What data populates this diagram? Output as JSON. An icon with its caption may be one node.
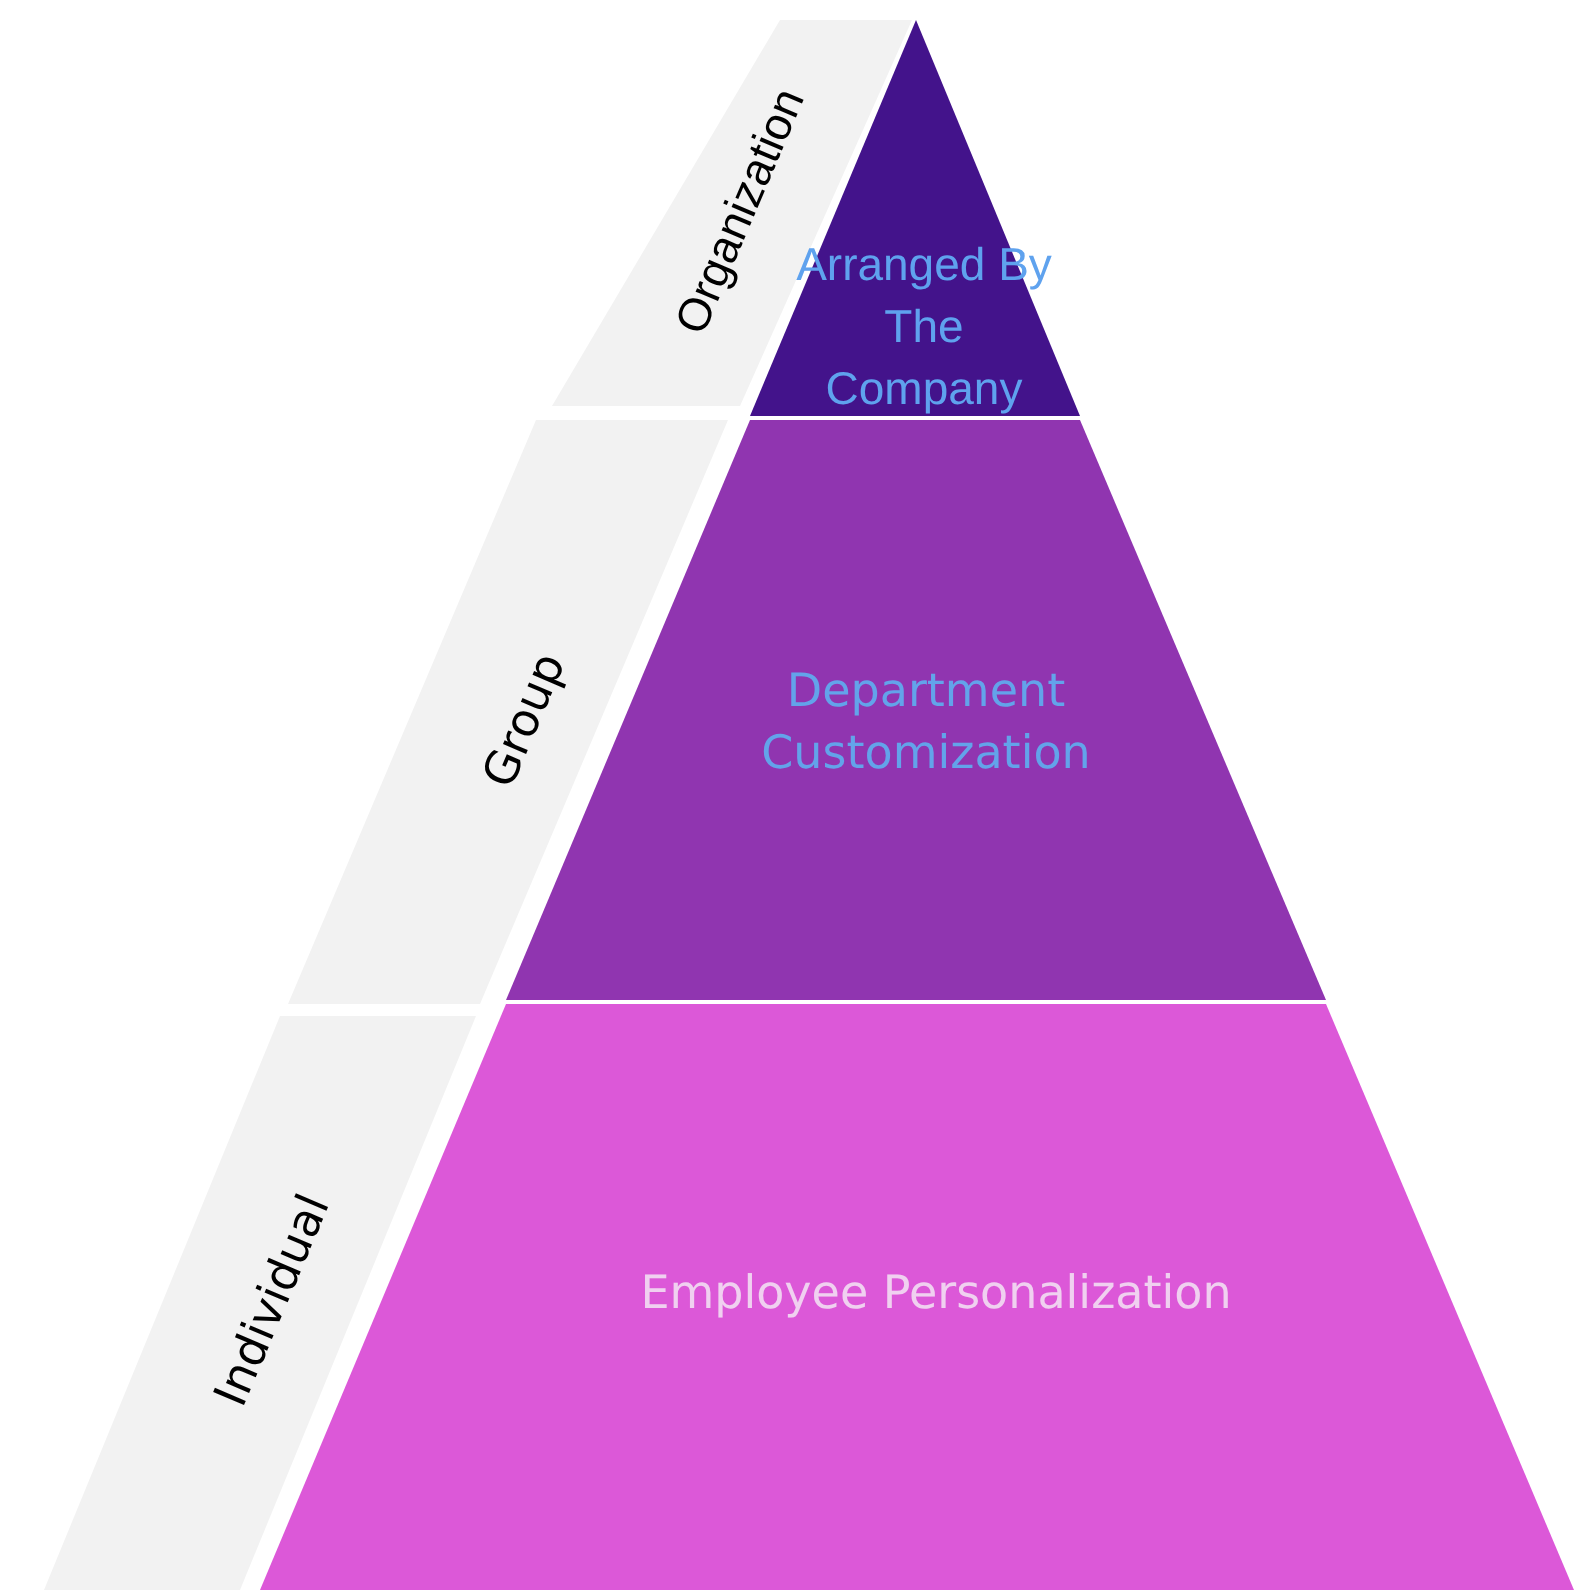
{
  "diagram": {
    "nodes": [
      {
        "text": [
          "Organization"
        ]
      },
      {
        "text": [
          "Arranged By The Company"
        ]
      },
      {
        "text": [
          "Group"
        ]
      },
      {
        "text": [
          "Department Customization"
        ]
      },
      {
        "text": [
          "Individual"
        ]
      },
      {
        "text": [
          "Employee Personalization"
        ]
      }
    ]
  }
}
